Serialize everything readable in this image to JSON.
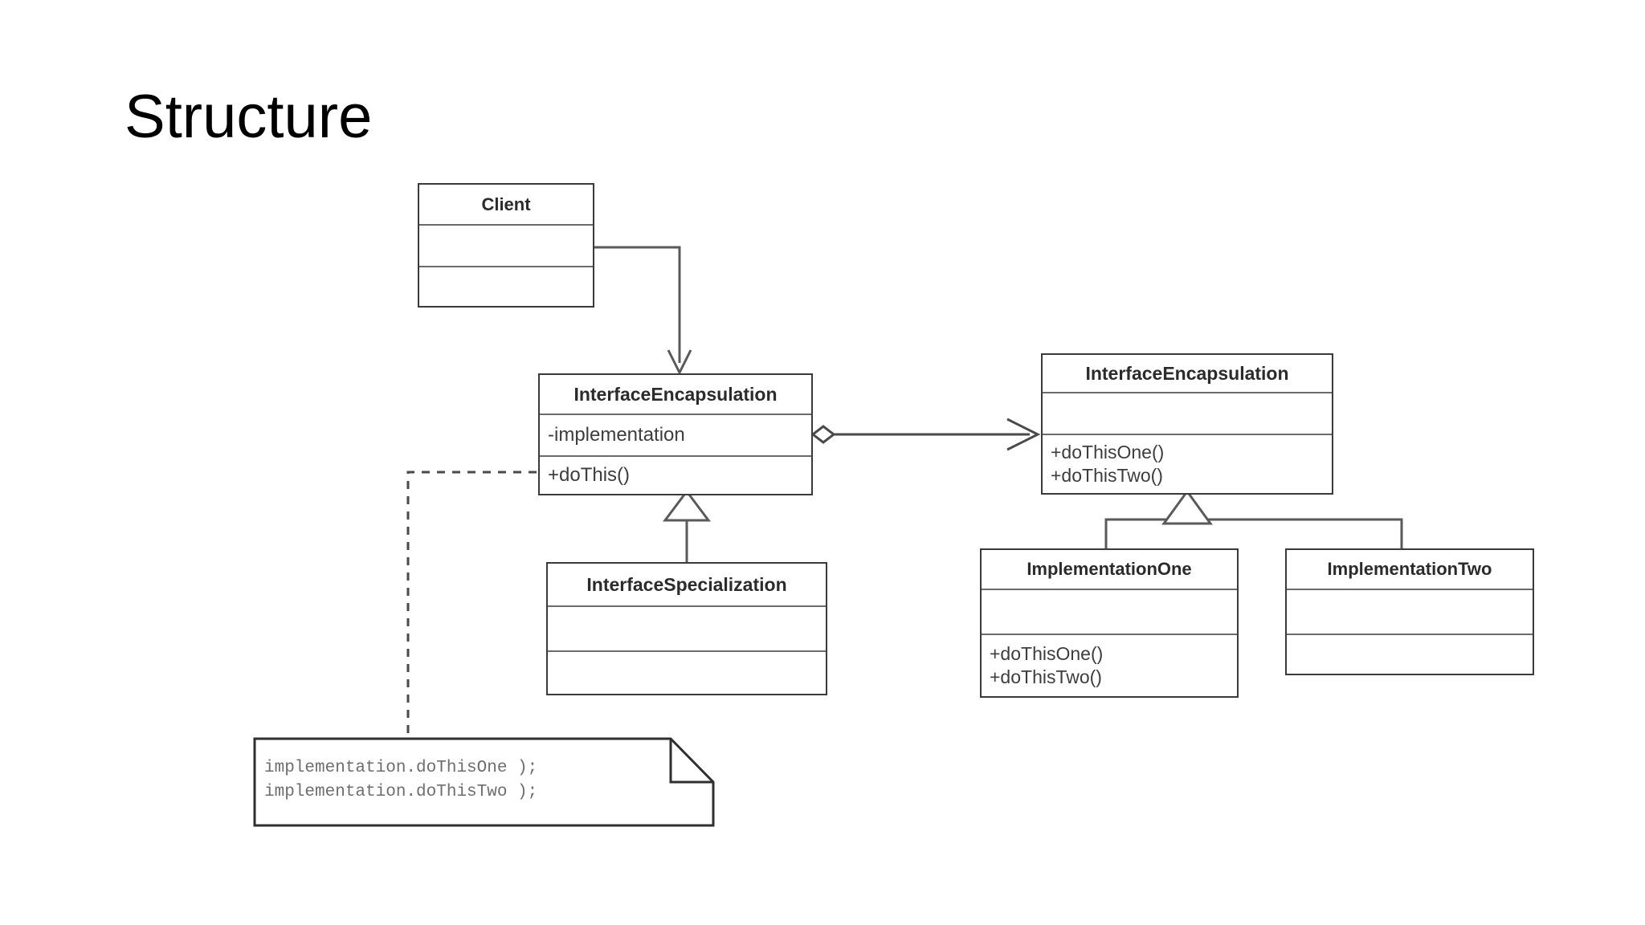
{
  "slide": {
    "title": "Structure",
    "background_color": "#ffffff"
  },
  "diagram": {
    "type": "uml-class-diagram",
    "line_color": "#3a3a3a",
    "classes": [
      {
        "id": "client",
        "name": "Client",
        "attributes": [],
        "methods": []
      },
      {
        "id": "interface-encapsulation-left",
        "name": "InterfaceEncapsulation",
        "attributes": [
          "-implementation"
        ],
        "methods": [
          "+doThis()"
        ]
      },
      {
        "id": "interface-encapsulation-right",
        "name": "InterfaceEncapsulation",
        "attributes": [],
        "methods": [
          "+doThisOne()",
          "+doThisTwo()"
        ]
      },
      {
        "id": "interface-specialization",
        "name": "InterfaceSpecialization",
        "attributes": [],
        "methods": []
      },
      {
        "id": "implementation-one",
        "name": "ImplementationOne",
        "attributes": [],
        "methods": [
          "+doThisOne()",
          "+doThisTwo()"
        ]
      },
      {
        "id": "implementation-two",
        "name": "ImplementationTwo",
        "attributes": [],
        "methods": []
      }
    ],
    "note": {
      "id": "implementation-note",
      "lines": [
        "implementation.doThisOne );",
        "implementation.doThisTwo );"
      ],
      "text": "implementation.doThisOne );\nimplementation.doThisTwo );",
      "attached_to": "interface-encapsulation-left"
    },
    "relationships": [
      {
        "id": "client-uses-interface",
        "kind": "association-directed",
        "from": "client",
        "to": "interface-encapsulation-left",
        "arrow": "open-arrow"
      },
      {
        "id": "encapsulation-aggregates-implementation",
        "kind": "aggregation",
        "from": "interface-encapsulation-left",
        "to": "interface-encapsulation-right",
        "arrow": "open-arrow",
        "diamond": "hollow"
      },
      {
        "id": "specialization-inherits-encapsulation",
        "kind": "generalization",
        "from": "interface-specialization",
        "to": "interface-encapsulation-left",
        "arrow": "hollow-triangle"
      },
      {
        "id": "implementation-one-inherits",
        "kind": "generalization",
        "from": "implementation-one",
        "to": "interface-encapsulation-right",
        "arrow": "hollow-triangle"
      },
      {
        "id": "implementation-two-inherits",
        "kind": "generalization",
        "from": "implementation-two",
        "to": "interface-encapsulation-right",
        "arrow": "hollow-triangle"
      },
      {
        "id": "note-anchor",
        "kind": "note-link",
        "from": "implementation-note",
        "to": "interface-encapsulation-left",
        "style": "dashed"
      }
    ]
  }
}
